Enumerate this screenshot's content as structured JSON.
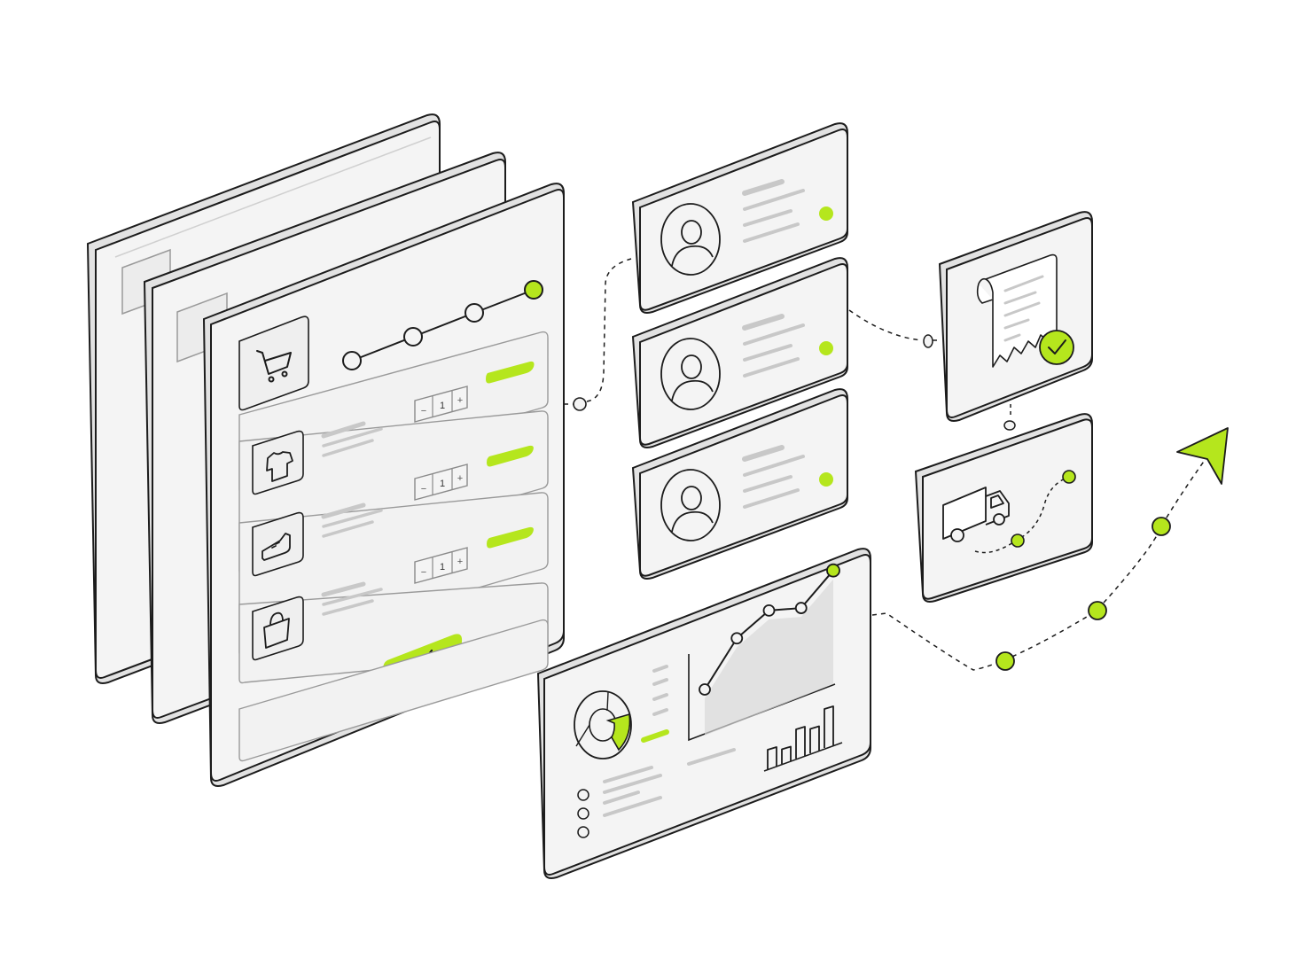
{
  "colors": {
    "accent": "#b5e61d",
    "stroke": "#1c1c1c",
    "card": "#f4f4f4",
    "card_side": "#e2e2e2",
    "skeleton": "#c8c8c8",
    "chart_fill": "#d9d9d9"
  },
  "cart": {
    "icon": "shopping-cart-icon",
    "progress_steps_total": 4,
    "progress_steps_done": 1,
    "items": [
      {
        "icon": "t-shirt-icon",
        "quantity": "1",
        "minus": "−",
        "plus": "+"
      },
      {
        "icon": "sneaker-icon",
        "quantity": "1",
        "minus": "−",
        "plus": "+"
      },
      {
        "icon": "shopping-bag-icon",
        "quantity": "1",
        "minus": "−",
        "plus": "+"
      }
    ],
    "confirm_icon": "check-icon"
  },
  "customers": [
    {
      "icon": "user-avatar-icon",
      "status": "active"
    },
    {
      "icon": "user-avatar-icon",
      "status": "active"
    },
    {
      "icon": "user-avatar-icon",
      "status": "active"
    }
  ],
  "receipt": {
    "icon": "receipt-icon",
    "badge_icon": "check-circle-icon"
  },
  "delivery": {
    "icon": "delivery-truck-icon"
  },
  "analytics": {
    "donut_icon": "donut-chart-icon",
    "line_values": [
      1,
      3,
      3.8,
      3.3,
      4.6
    ],
    "bar_values": [
      2,
      1.5,
      3,
      2.5,
      4
    ],
    "list_icon": "list-bullets-icon"
  },
  "growth_arrow": {
    "icon": "arrow-up-right-icon"
  }
}
